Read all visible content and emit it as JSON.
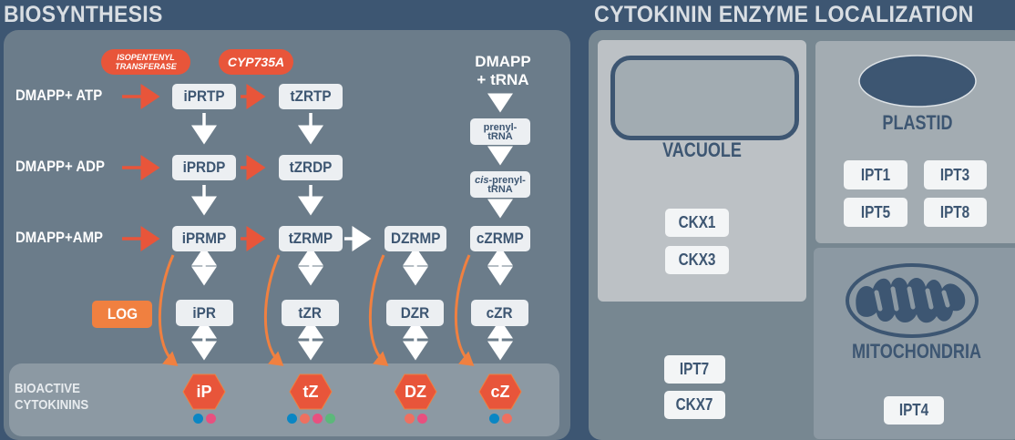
{
  "titles": {
    "biosynthesis": "BIOSYNTHESIS",
    "localization": "CYTOKININ ENZYME LOCALIZATION"
  },
  "colors": {
    "background": "#3d5672",
    "enzyme_red": "#e8553a",
    "log_orange": "#f08040",
    "box_fill": "#eceff2",
    "text_navy": "#3d5672"
  },
  "enzymes": {
    "ipt": "ISOPENTENYL TRANSFERASE",
    "ipt_line1": "ISOPENTENYL",
    "ipt_line2": "TRANSFERASE",
    "cyp": "CYP735A",
    "log": "LOG"
  },
  "substrates": {
    "atp": "DMAPP+ ATP",
    "adp": "DMAPP+ ADP",
    "amp": "DMAPP+AMP",
    "trna_line1": "DMAPP",
    "trna_line2": "+ tRNA"
  },
  "intermediates": {
    "iprtp": "iPRTP",
    "tzrtp": "tZRTP",
    "iprdp": "iPRDP",
    "tzrdp": "tZRDP",
    "iprmp": "iPRMP",
    "tzrmp": "tZRMP",
    "dzrmp": "DZRMP",
    "czrmp": "cZRMP",
    "prenyl_trna_1": "prenyl-",
    "prenyl_trna_2": "tRNA",
    "cis_prefix": "cis",
    "cis_prenyl_1": "-prenyl-",
    "cis_prenyl_2": "tRNA",
    "ipr": "iPR",
    "tzr": "tZR",
    "dzr": "DZR",
    "czr": "cZR"
  },
  "bioactive": {
    "label_line1": "BIOACTIVE",
    "label_line2": "CYTOKININS",
    "items": [
      {
        "name": "iP",
        "dots": [
          "#0a86c4",
          "#e8507f"
        ]
      },
      {
        "name": "tZ",
        "dots": [
          "#0a86c4",
          "#ee7060",
          "#e8507f",
          "#5cb87a"
        ]
      },
      {
        "name": "DZ",
        "dots": [
          "#ee7060",
          "#e8507f"
        ]
      },
      {
        "name": "cZ",
        "dots": [
          "#0a86c4",
          "#ee7060"
        ]
      }
    ]
  },
  "localization": {
    "vacuole": {
      "label": "VACUOLE",
      "enzymes": [
        "CKX1",
        "CKX3"
      ]
    },
    "plastid": {
      "label": "PLASTID",
      "enzymes": [
        "IPT1",
        "IPT3",
        "IPT5",
        "IPT8"
      ]
    },
    "cytosol": {
      "enzymes": [
        "IPT7",
        "CKX7"
      ]
    },
    "mitochondria": {
      "label": "MITOCHONDRIA",
      "enzymes": [
        "IPT4"
      ]
    }
  }
}
